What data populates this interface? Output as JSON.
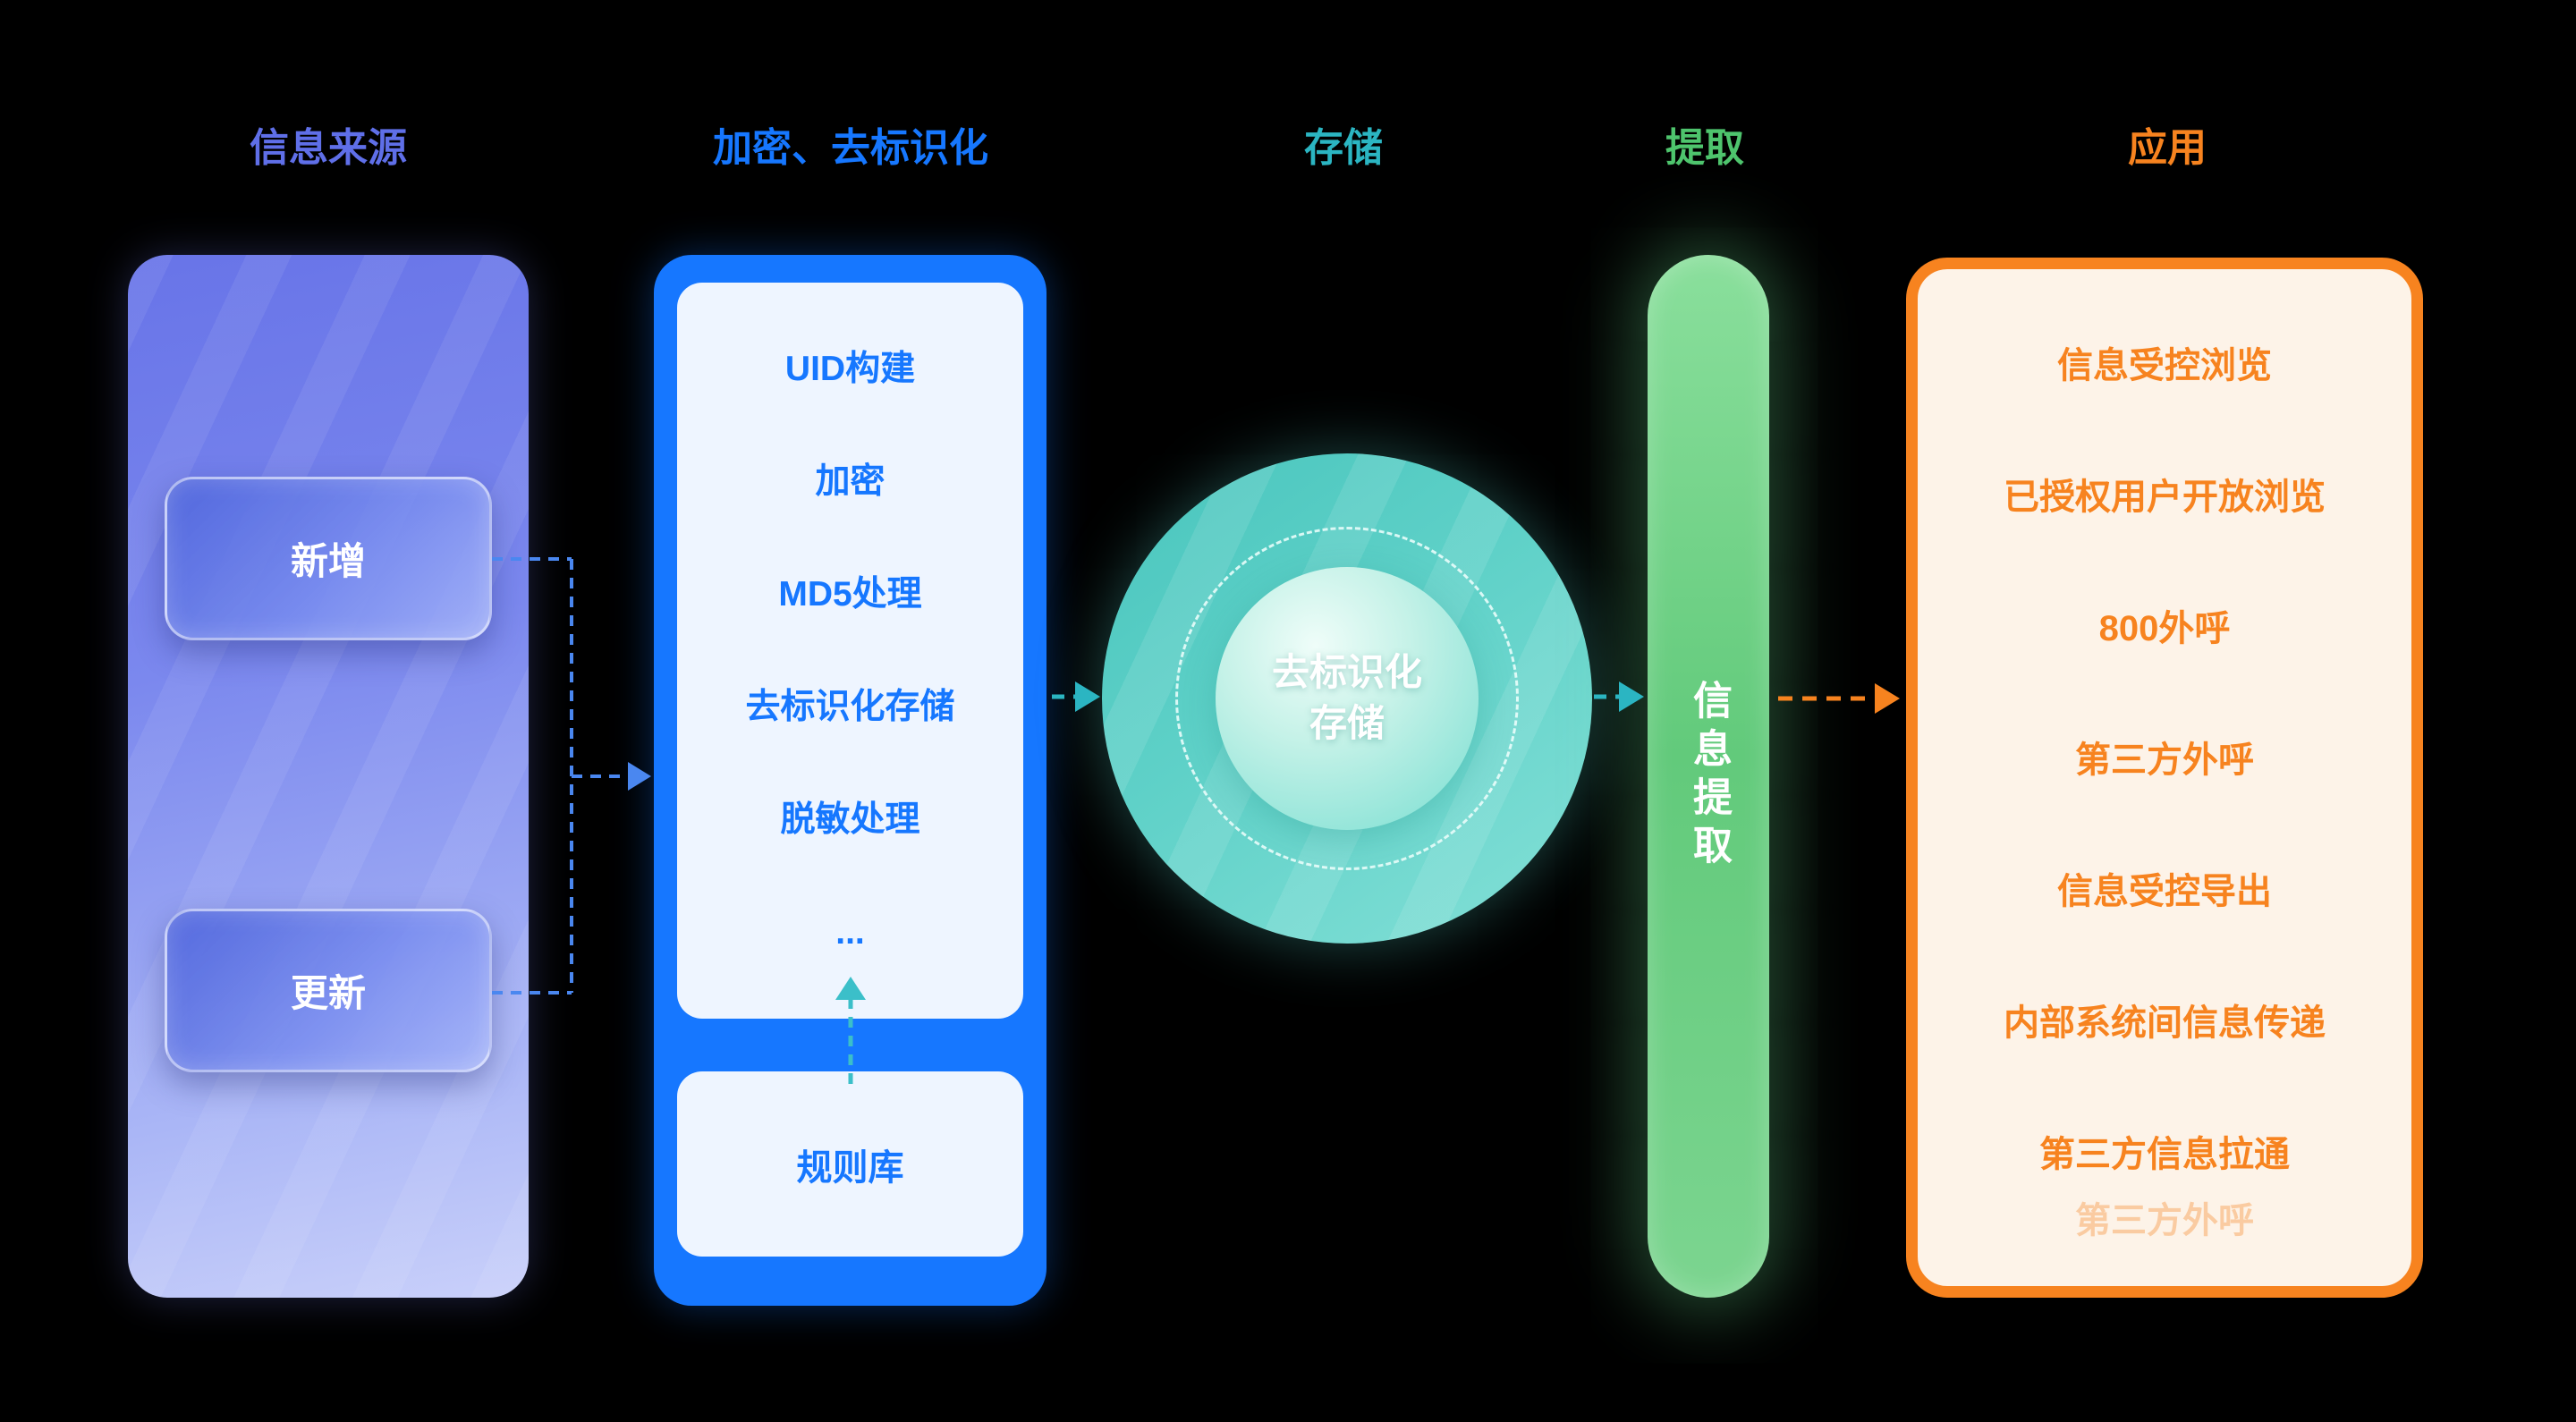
{
  "colors": {
    "bg": "#000000",
    "source": "#5f6fe8",
    "encrypt": "#1677ff",
    "storage": "#2bb5c2",
    "extract": "#4ec46d",
    "app": "#f7831f",
    "arrow-blue": "#4a87f0",
    "arrow-teal": "#2bb5c2",
    "arrow-rule": "#3bbfc9",
    "panel-inner": "#eef5ff",
    "app-fill": "#fdf3e8"
  },
  "headers": [
    {
      "label": "信息来源"
    },
    {
      "label": "加密、去标识化"
    },
    {
      "label": "存储"
    },
    {
      "label": "提取"
    },
    {
      "label": "应用"
    }
  ],
  "source_panel": {
    "buttons": [
      {
        "label": "新增"
      },
      {
        "label": "更新"
      }
    ]
  },
  "encrypt_panel": {
    "steps": [
      "UID构建",
      "加密",
      "MD5处理",
      "去标识化存储",
      "脱敏处理",
      "..."
    ],
    "rule_lib": "规则库"
  },
  "storage_circle": {
    "line1": "去标识化",
    "line2": "存储"
  },
  "extract_bar": {
    "label": "信息提取"
  },
  "app_panel": {
    "items": [
      "信息受控浏览",
      "已授权用户开放浏览",
      "800外呼",
      "第三方外呼",
      "信息受控导出",
      "内部系统间信息传递",
      "第三方信息拉通",
      "第三方外呼"
    ]
  }
}
